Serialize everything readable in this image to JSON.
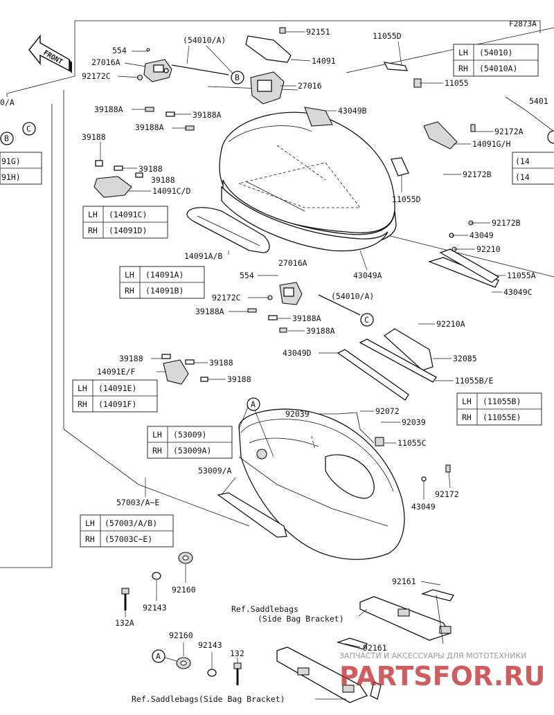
{
  "figure_code": "F2873A",
  "front_label": "FRONT",
  "watermark": {
    "line1": "ЗАПЧАСТИ И АКСЕССУАРЫ ДЛЯ МОТОТЕХНИКИ",
    "brand": "PARTSFOR.RU"
  },
  "callouts": [
    "A",
    "B",
    "C"
  ],
  "labels": {
    "p554a": "554",
    "p54010a_top": "(54010/A)",
    "p27016a_top": "27016A",
    "p92172c_top": "92172C",
    "p92151": "92151",
    "p14091": "14091",
    "p27016": "27016",
    "p43049b": "43049B",
    "p11055d_top": "11055D",
    "p11055": "11055",
    "p39188a_1": "39188A",
    "p39188a_2": "39188A",
    "p39188a_3": "39188A",
    "p39188_1": "39188",
    "p39188_2": "39188",
    "p39188_3": "39188",
    "p14091cd": "14091C/D",
    "p92172a": "92172A",
    "p14091gh": "14091G/H",
    "p92172b_1": "92172B",
    "p11055d_mid": "11055D",
    "p92172b_2": "92172B",
    "p43049_1": "43049",
    "p92210": "92210",
    "p11055a": "11055A",
    "p43049c": "43049C",
    "p14091ab": "14091A/B",
    "p43049a": "43049A",
    "p27016a_mid": "27016A",
    "p554b": "554",
    "p92172c_mid": "92172C",
    "p54010a_mid": "(54010/A)",
    "p39188a_4": "39188A",
    "p39188a_5": "39188A",
    "p39188a_6": "39188A",
    "p92210a": "92210A",
    "p43049d": "43049D",
    "p32085": "32085",
    "p39188_4": "39188",
    "p14091ef": "14091E/F",
    "p39188_5": "39188",
    "p39188_6": "39188",
    "p11055be": "11055B/E",
    "p92039_1": "92039",
    "p92072": "92072",
    "p92039_2": "92039",
    "p11055c": "11055C",
    "p53009a": "53009/A",
    "p92172": "92172",
    "p43049_2": "43049",
    "p57003": "57003/A~E",
    "p92160_1": "92160",
    "p92143_1": "92143",
    "p132a": "132A",
    "p92161_1": "92161",
    "p92161_2": "92161",
    "p92160_2": "92160",
    "p92143_2": "92143",
    "p132": "132",
    "ref1_line1": "Ref.Saddlebags",
    "ref1_line2": "(Side Bag Bracket)",
    "ref2": "Ref.Saddlebags(Side Bag Bracket)",
    "left_cut_1": "91G)",
    "left_cut_2": "91H)",
    "left_cut_3": "0/A",
    "right_cut_1": "(14",
    "right_cut_2": "(14",
    "right_cut_3": "5401"
  },
  "tables": [
    {
      "id": "t54010",
      "rows": [
        [
          "LH",
          "(54010)"
        ],
        [
          "RH",
          "(54010A)"
        ]
      ]
    },
    {
      "id": "t14091c",
      "rows": [
        [
          "LH",
          "(14091C)"
        ],
        [
          "RH",
          "(14091D)"
        ]
      ]
    },
    {
      "id": "t14091a",
      "rows": [
        [
          "LH",
          "(14091A)"
        ],
        [
          "RH",
          "(14091B)"
        ]
      ]
    },
    {
      "id": "t14091e",
      "rows": [
        [
          "LH",
          "(14091E)"
        ],
        [
          "RH",
          "(14091F)"
        ]
      ]
    },
    {
      "id": "t11055b",
      "rows": [
        [
          "LH",
          "(11055B)"
        ],
        [
          "RH",
          "(11055E)"
        ]
      ]
    },
    {
      "id": "t53009",
      "rows": [
        [
          "LH",
          "(53009)"
        ],
        [
          "RH",
          "(53009A)"
        ]
      ]
    },
    {
      "id": "t57003",
      "rows": [
        [
          "LH",
          "(57003/A/B)"
        ],
        [
          "RH",
          "(57003C~E)"
        ]
      ]
    }
  ]
}
